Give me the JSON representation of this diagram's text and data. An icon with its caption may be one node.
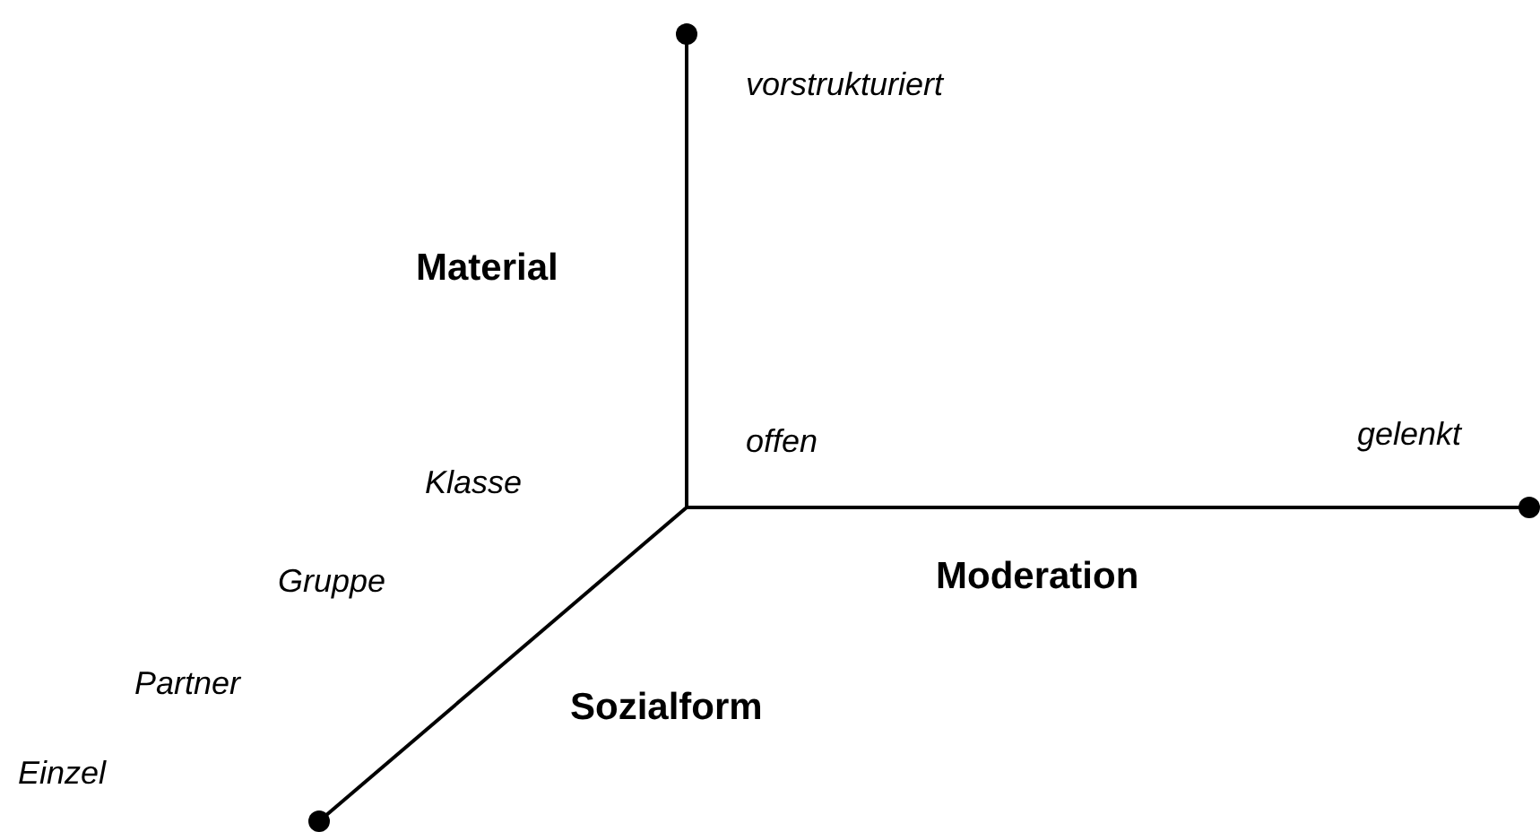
{
  "diagram": {
    "labels": [
      "vorstrukturiert",
      "Material",
      "offen",
      "gelenkt",
      "Klasse",
      "Gruppe",
      "Moderation",
      "Partner",
      "Sozialform",
      "Einzel"
    ]
  }
}
